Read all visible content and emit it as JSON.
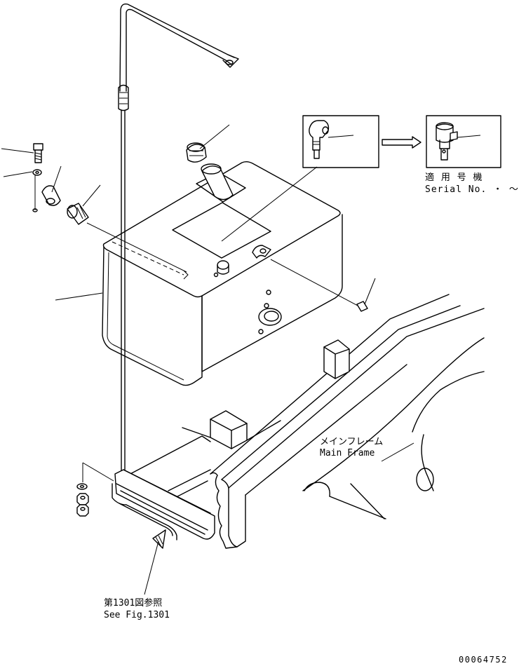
{
  "labels": {
    "serial_jp": "適 用 号 機",
    "serial_en": "Serial No.  ・  ～",
    "main_frame_jp": "メインフレーム",
    "main_frame_en": "Main Frame",
    "see_fig_jp": "第1301図参照",
    "see_fig_en": "See Fig.1301",
    "drawing_number": "00064752"
  }
}
